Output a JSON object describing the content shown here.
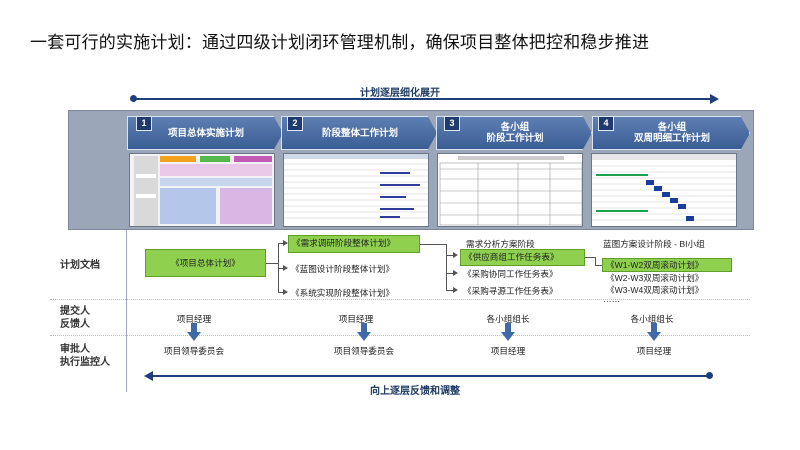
{
  "title": "一套可行的实施计划：通过四级计划闭环管理机制，确保项目整体把控和稳步推进",
  "top_arrow_label": "计划逐层细化展开",
  "bottom_arrow_label": "向上逐层反馈和调整",
  "phases": [
    {
      "num": "1",
      "label": "项目总体实施计划"
    },
    {
      "num": "2",
      "label": "阶段整体工作计划"
    },
    {
      "num": "3",
      "label": "各小组\n阶段工作计划"
    },
    {
      "num": "4",
      "label": "各小组\n双周明细工作计划"
    }
  ],
  "row_labels": {
    "docs": "计划文档",
    "submitter": "提交人\n反馈人",
    "approver": "审批人\n执行监控人"
  },
  "docs": {
    "col1": "《项目总体计划》",
    "col2": [
      "《需求调研阶段整体计划》",
      "《蓝图设计阶段整体计划》",
      "《系统实现阶段整体计划》"
    ],
    "col3_header": "需求分析方案阶段",
    "col3": [
      "《供应商组工作任务表》",
      "《采购协同工作任务表》",
      "《采购寻源工作任务表》"
    ],
    "col4_header": "蓝图方案设计阶段 - BI小组",
    "col4": [
      "《W1-W2双周滚动计划》",
      "《W2-W3双周滚动计划》",
      "《W3-W4双周滚动计划》",
      "……"
    ]
  },
  "submitters": [
    "项目经理",
    "项目经理",
    "各小组组长",
    "各小组组长"
  ],
  "approvers": [
    "项目领导委员会",
    "项目领导委员会",
    "项目经理",
    "项目经理"
  ],
  "colors": {
    "arrow": "#1f3f7a",
    "banner": "#3a5d95",
    "highlight": "#8fd14f",
    "panel": "#9ba6b8",
    "down_arrow": "#3e6aa8"
  }
}
